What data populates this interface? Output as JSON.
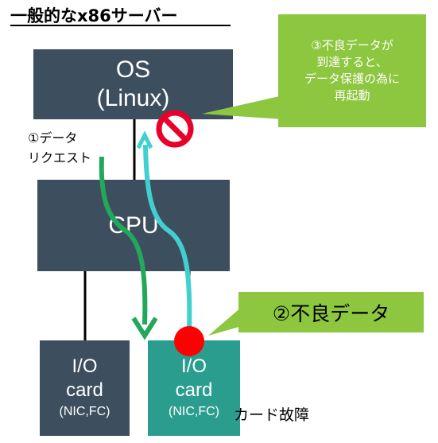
{
  "title": "一般的なx86サーバー",
  "os_box": {
    "line1": "OS",
    "line2": "(Linux)"
  },
  "cpu_box": {
    "label": "CPU"
  },
  "io_card_normal": {
    "line1": "I/O",
    "line2": "card",
    "line3": "(NIC,FC)"
  },
  "io_card_faulty": {
    "line1": "I/O",
    "line2": "card",
    "line3": "(NIC,FC)"
  },
  "step1_label": {
    "line1": "①データ",
    "line2": "リクエスト"
  },
  "step2_callout": {
    "text": "②不良データ"
  },
  "step3_callout": {
    "line1": "③不良データが",
    "line2": "到達すると、",
    "line3": "データ保護の為に",
    "line4": "再起動"
  },
  "failure_label": "カード故障",
  "colors": {
    "box_dark": "#3d4f5e",
    "box_teal": "#2a9d8f",
    "callout_green": "#8dc63f",
    "request_arrow": "#22a85a",
    "bad_data_arrow": "#40d0d0",
    "error_red": "#e00000",
    "prohibited_red": "#e8002a"
  },
  "icons": {
    "prohibited": "prohibited-icon",
    "bad_data_dot": "red-dot-icon"
  }
}
